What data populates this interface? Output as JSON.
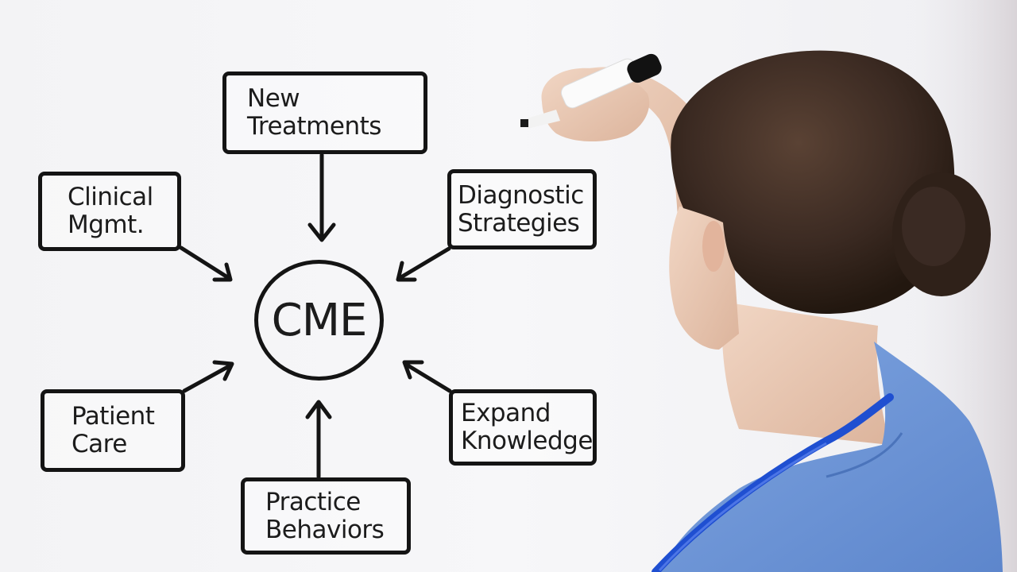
{
  "diagram": {
    "center": {
      "label": "CME"
    },
    "nodes": [
      {
        "id": "new-treatments",
        "line1": "New",
        "line2": "Treatments",
        "direction": "top"
      },
      {
        "id": "clinical-mgmt",
        "line1": "Clinical",
        "line2": "Mgmt.",
        "direction": "top-left"
      },
      {
        "id": "diagnostic-strategies",
        "line1": "Diagnostic",
        "line2": "Strategies",
        "direction": "top-right"
      },
      {
        "id": "patient-care",
        "line1": "Patient",
        "line2": "Care",
        "direction": "bottom-left"
      },
      {
        "id": "expand-knowledge",
        "line1": "Expand",
        "line2": "Knowledge",
        "direction": "bottom-right"
      },
      {
        "id": "practice-behaviors",
        "line1": "Practice",
        "line2": "Behaviors",
        "direction": "bottom"
      }
    ],
    "edges": [
      {
        "from": "new-treatments",
        "to": "CME"
      },
      {
        "from": "clinical-mgmt",
        "to": "CME"
      },
      {
        "from": "diagnostic-strategies",
        "to": "CME"
      },
      {
        "from": "patient-care",
        "to": "CME"
      },
      {
        "from": "expand-knowledge",
        "to": "CME"
      },
      {
        "from": "practice-behaviors",
        "to": "CME"
      }
    ]
  },
  "scene": {
    "subject": "healthcare worker in blue scrubs with stethoscope writing on whiteboard with marker",
    "colors": {
      "whiteboard": "#f4f4f6",
      "ink": "#141414",
      "hair": "#3b2a22",
      "skin": "#e8c7b0",
      "scrubs": "#6a93d6",
      "stethoscope": "#1f4fd1"
    }
  }
}
